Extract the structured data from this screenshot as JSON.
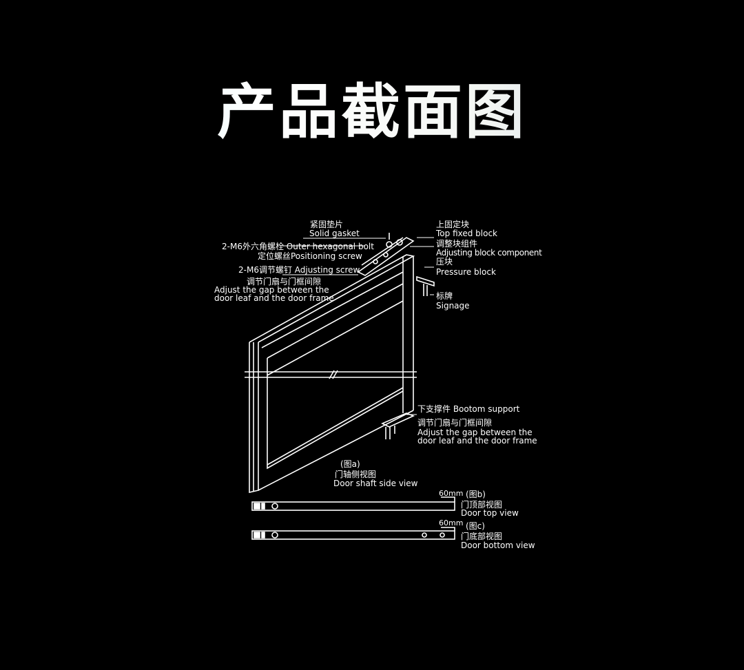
{
  "title": "产品截面图",
  "labels": {
    "solid_gasket_cn": "紧固垫片",
    "solid_gasket_en": "Solid gasket",
    "outer_bolt": "2-M6外六角螺栓 Outer hexagonal bolt",
    "positioning_screw": "定位螺丝Positioning screw",
    "adjusting_screw": "2-M6调节螺钉 Adjusting screw",
    "adjust_gap_cn": "调节门扇与门框间隙",
    "adjust_gap_en1": "Adjust the gap between the",
    "adjust_gap_en2": "door leaf and the door frame",
    "top_fixed_cn": "上固定块",
    "top_fixed_en": "Top fixed block",
    "adjusting_block_cn": "调整块组件",
    "adjusting_block_en": "Adjusting block component",
    "pressure_cn": "压块",
    "pressure_en": "Pressure block",
    "signage_cn": "标牌",
    "signage_en": "Signage",
    "bottom_support": "下支撑件 Bootom support",
    "bottom_gap_cn": "调节门扇与门框间隙",
    "bottom_gap_en1": "Adjust the gap between the",
    "bottom_gap_en2": "door leaf and the door frame",
    "fig_a": "(图a)",
    "fig_a_cn": "门轴侧视图",
    "fig_a_en": "Door shaft side view",
    "dim_b": "60mm",
    "fig_b": "(图b)",
    "fig_b_cn": "门顶部视图",
    "fig_b_en": "Door top view",
    "dim_c": "60mm",
    "fig_c": "(图c)",
    "fig_c_cn": "门底部视图",
    "fig_c_en": "Door bottom view"
  }
}
